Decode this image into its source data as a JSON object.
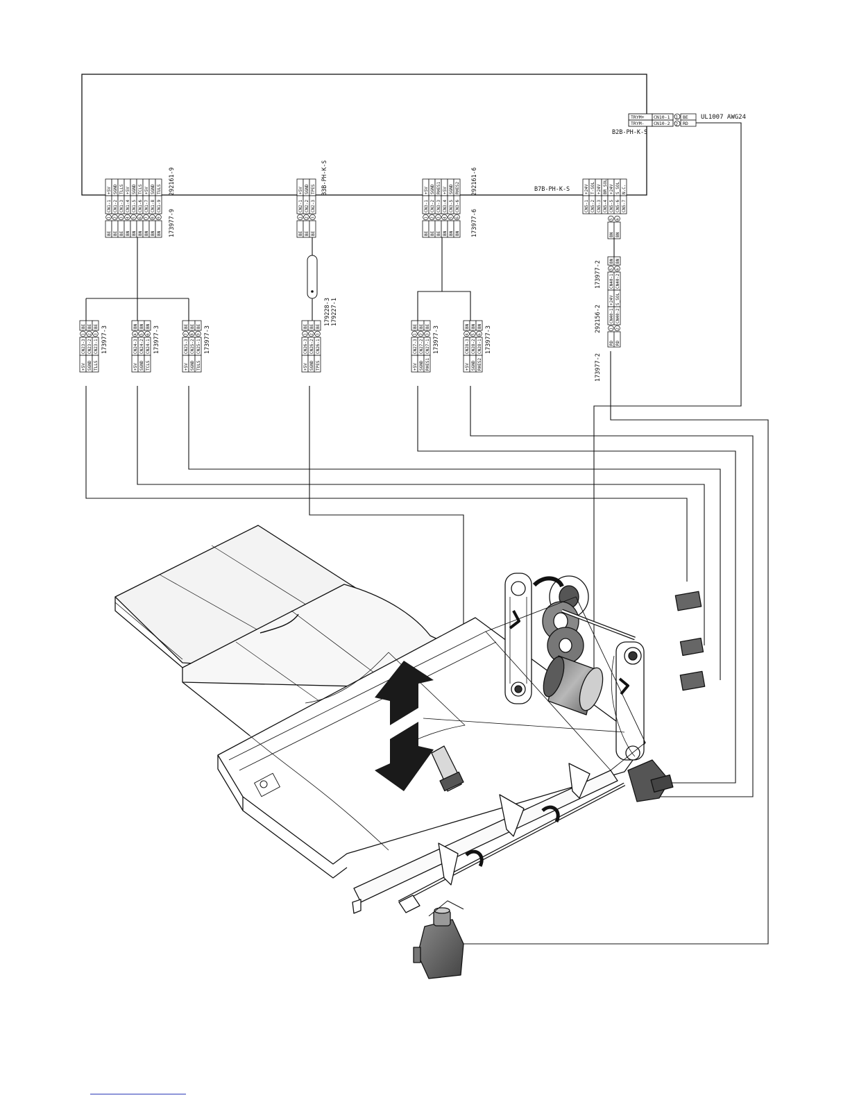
{
  "trym": {
    "rows": [
      {
        "sig": "TRYM+",
        "pin": "CN10-1",
        "num": "1",
        "wire": "BE"
      },
      {
        "sig": "TRYM-",
        "pin": "CN10-2",
        "num": "2",
        "wire": "RD"
      }
    ],
    "connector": "B2B-PH-K-S",
    "cable": "UL1007 AWG24"
  },
  "cn1": {
    "signals": [
      "+5V",
      "SGND",
      "TLLS",
      "+5V",
      "SGND",
      "TCLS",
      "+5V",
      "SGND",
      "TULS"
    ],
    "pins": [
      "CN1-1",
      "CN1-2",
      "CN1-3",
      "CN1-4",
      "CN1-5",
      "CN1-6",
      "CN1-7",
      "CN1-8",
      "CN1-9"
    ],
    "nums": [
      "1",
      "2",
      "3",
      "4",
      "5",
      "6",
      "7",
      "8",
      "9"
    ],
    "wires": [
      "BE",
      "BE",
      "BE",
      "BN",
      "BN",
      "BN",
      "BN",
      "BN",
      "BN"
    ],
    "part_top": "292161-9",
    "part_bottom": "173977-9"
  },
  "cn2": {
    "signals": [
      "+5V",
      "SGND",
      "TPES"
    ],
    "pins": [
      "CN2-1",
      "CN2-2",
      "CN2-3"
    ],
    "nums": [
      "1",
      "2",
      "3"
    ],
    "wires": [
      "BE",
      "BE",
      "BE"
    ],
    "part_top": "B3B-PH-K-S"
  },
  "cn3": {
    "signals": [
      "+5V",
      "SGND",
      "RHES1",
      "+5V",
      "SGND",
      "RHES2"
    ],
    "pins": [
      "CN3-1",
      "CN3-2",
      "CN3-3",
      "CN3-4",
      "CN3-5",
      "CN3-6"
    ],
    "nums": [
      "1",
      "2",
      "3",
      "4",
      "5",
      "6"
    ],
    "wires": [
      "BE",
      "BE",
      "BE",
      "BN",
      "BN",
      "BN"
    ],
    "part_top": "292161-6",
    "part_bottom": "173977-6"
  },
  "cn5": {
    "signals": [
      "+24V",
      "T-SOL",
      "+24V",
      "BR_SOL",
      "+24V",
      "S_SOL",
      "N.C."
    ],
    "pins": [
      "CN5-1",
      "CN5-2",
      "CN5-3",
      "CN5-4",
      "CN5-5",
      "CN5-6",
      "CN5-7"
    ],
    "nums": [
      "5",
      "6"
    ],
    "wires": [
      "BN",
      "BN"
    ],
    "part_top": "B7B-PH-K-S"
  },
  "cn40": {
    "signals": [
      "+24V",
      "S_SOL"
    ],
    "pins": [
      "CN40-1",
      "CN40-2"
    ],
    "nums": [
      "1",
      "2"
    ],
    "wires": [
      "RD",
      "RD"
    ],
    "wires_top": [
      "BN",
      "BN"
    ],
    "nums_top": [
      "5",
      "6"
    ],
    "part_top": "173977-2",
    "part_mid": "292156-2",
    "part_bottom": "173977-2"
  },
  "rod": {
    "parts": [
      "179228-3",
      "179227-1"
    ]
  },
  "sub": [
    {
      "id": "cn23",
      "signals": [
        "+5V",
        "SGND",
        "TLLS"
      ],
      "pins": [
        "CN23-3",
        "CN23-2",
        "CN23-1"
      ],
      "nums": [
        "1",
        "2",
        "3"
      ],
      "wires": [
        "BE",
        "BE",
        "BE"
      ],
      "part": "173977-3"
    },
    {
      "id": "cn24",
      "signals": [
        "+5V",
        "SGND",
        "TCLS"
      ],
      "pins": [
        "CN24-3",
        "CN24-2",
        "CN24-1"
      ],
      "nums": [
        "4",
        "5",
        "6"
      ],
      "wires": [
        "BN",
        "BN",
        "BN"
      ],
      "part": "173977-3"
    },
    {
      "id": "cn25",
      "signals": [
        "+5V",
        "SGND",
        "TULS"
      ],
      "pins": [
        "CN25-3",
        "CN25-2",
        "CN25-1"
      ],
      "nums": [
        "7",
        "8",
        "9"
      ],
      "wires": [
        "BE",
        "BE",
        "BE"
      ],
      "part": "173977-3"
    },
    {
      "id": "cn26",
      "signals": [
        "+5V",
        "SGND",
        "TPES"
      ],
      "pins": [
        "CN26-3",
        "CN26-2",
        "CN26-1"
      ],
      "nums": [
        "1",
        "2",
        "3"
      ],
      "wires": [
        "BE",
        "BE",
        "BE"
      ],
      "part": ""
    },
    {
      "id": "cn27",
      "signals": [
        "+5V",
        "SGND",
        "RHES1"
      ],
      "pins": [
        "CN27-3",
        "CN27-2",
        "CN27-1"
      ],
      "nums": [
        "1",
        "2",
        "3"
      ],
      "wires": [
        "BE",
        "BE",
        "BE"
      ],
      "part": "173977-3"
    },
    {
      "id": "cn28",
      "signals": [
        "+5V",
        "SGND",
        "RHES2"
      ],
      "pins": [
        "CN28-3",
        "CN28-2",
        "CN28-1"
      ],
      "nums": [
        "4",
        "5",
        "6"
      ],
      "wires": [
        "BN",
        "BN",
        "BN"
      ],
      "part": "173977-3"
    }
  ]
}
